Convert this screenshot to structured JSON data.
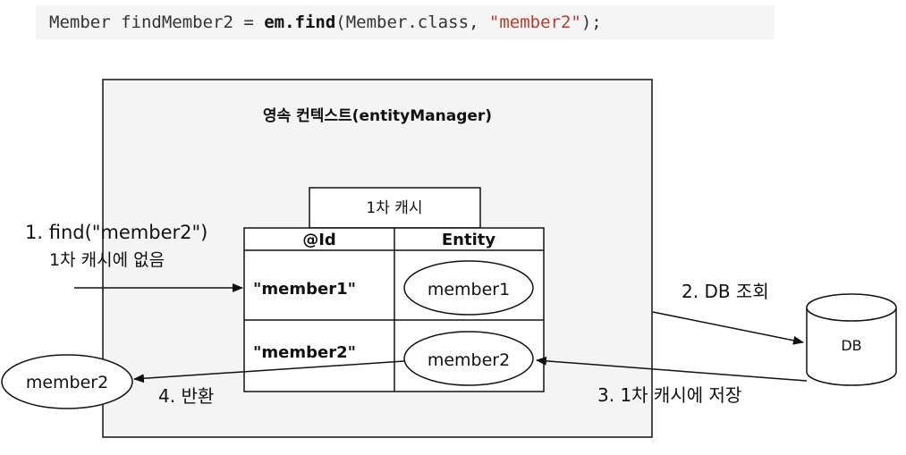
{
  "code": {
    "prefix": "Member findMember2 = ",
    "call": "em.find",
    "args": "(Member.class, ",
    "string_arg": "\"member2\"",
    "suffix": ");"
  },
  "context": {
    "title": "영속 컨텍스트(entityManager)"
  },
  "cache": {
    "title": "1차 캐시",
    "headers": {
      "id": "@Id",
      "entity": "Entity"
    },
    "rows": [
      {
        "id": "\"member1\"",
        "entity": "member1"
      },
      {
        "id": "\"member2\"",
        "entity": "member2"
      }
    ]
  },
  "steps": {
    "step1_line1": "1. find(\"member2\")",
    "step1_line2": "1차 캐시에 없음",
    "step2": "2. DB 조회",
    "step3": "3. 1차 캐시에 저장",
    "step4": "4. 반환"
  },
  "db": {
    "label": "DB"
  },
  "result": {
    "label": "member2"
  }
}
